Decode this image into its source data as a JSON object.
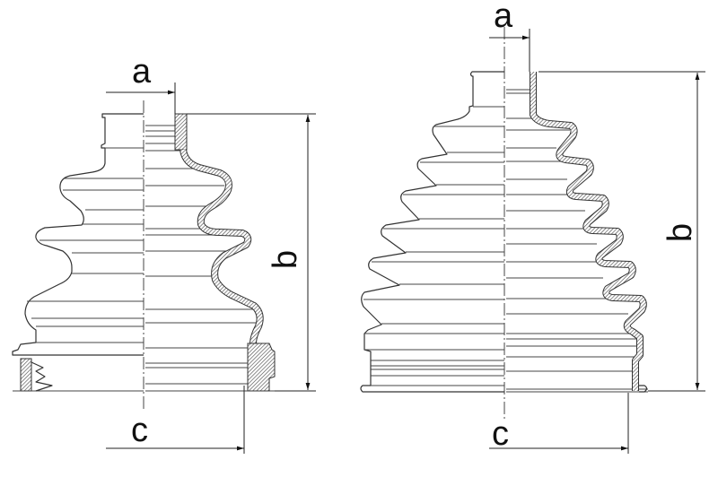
{
  "drawing": {
    "left_boot": {
      "label_a": "a",
      "label_b": "b",
      "label_c": "c"
    },
    "right_boot": {
      "label_a": "a",
      "label_b": "b",
      "label_c": "c"
    }
  },
  "colors": {
    "line": "#333333",
    "background": "#ffffff"
  }
}
